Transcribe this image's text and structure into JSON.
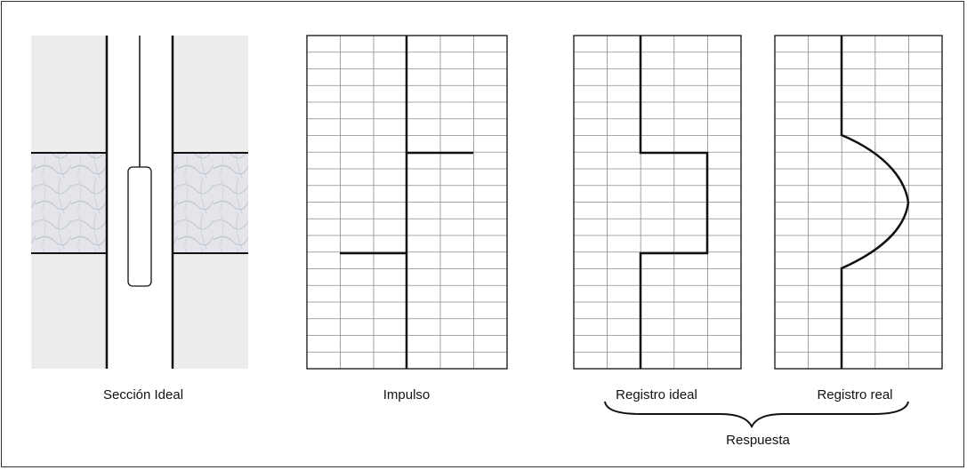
{
  "captions": {
    "section": "Sección Ideal",
    "impulse": "Impulso",
    "ideal_log": "Registro ideal",
    "real_log": "Registro real",
    "response": "Respuesta"
  }
}
